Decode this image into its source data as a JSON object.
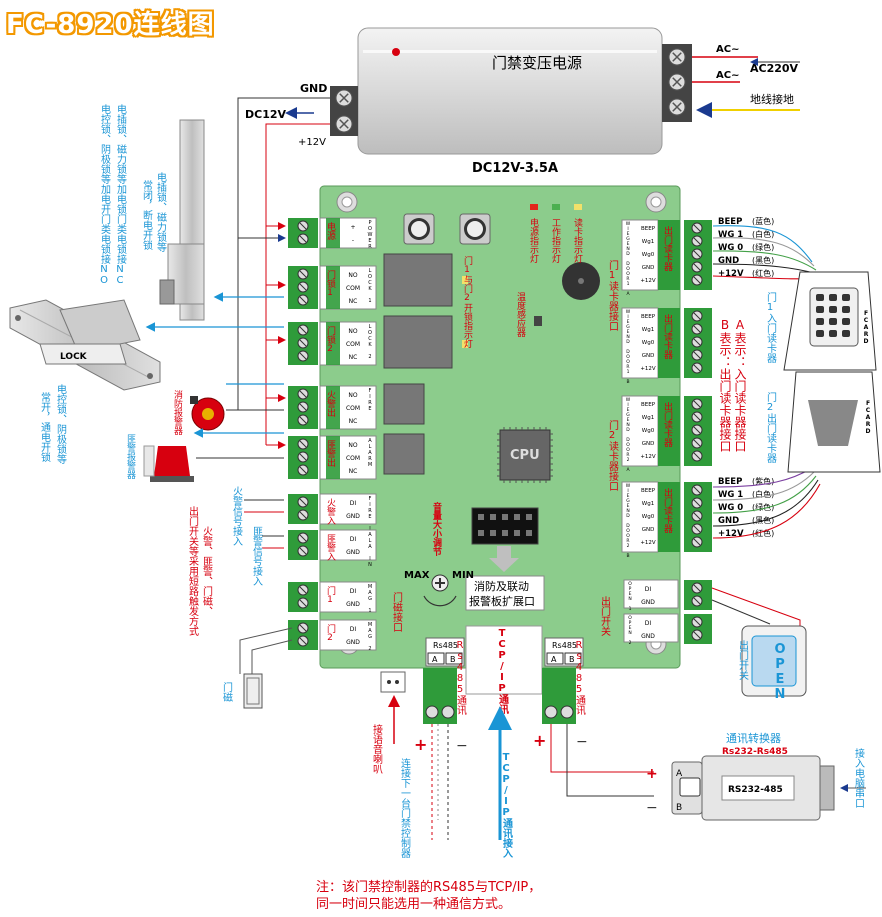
{
  "title": "FC-8920连线图",
  "power_supply": {
    "label": "门禁变压电源",
    "spec": "DC12V-3.5A",
    "gnd": "GND",
    "dc12v": "DC12V",
    "plus12v": "+12V",
    "ac1": "AC~",
    "ac2": "AC~",
    "ac220": "AC220V",
    "ground": "地线接地"
  },
  "board": {
    "cpu": "CPU",
    "power_lamp": "电源指示灯",
    "work_lamp": "工作指示灯",
    "reader_lamp": "读卡指示灯",
    "door_lock_lamp": "门1与门2开锁指示灯",
    "temp_sensor": "温度感应器",
    "volume": "音量大小调节",
    "max": "MAX",
    "min": "MIN",
    "ext_port_1": "消防及联动",
    "ext_port_2": "报警板扩展口",
    "reader_port_1": "门1读卡器接口",
    "reader_port_2": "门2读卡器接口",
    "rs485_a": "Rs485通讯",
    "rs485_b": "Rs485通讯",
    "tcpip": "TCP/IP通讯",
    "rs485_small": "Rs485",
    "door_sensor_port": "门磁接口",
    "exit_port": "出门开关"
  },
  "left_terminals": [
    {
      "cn": "电源",
      "tag": "POWER",
      "pins": [
        "+",
        "-"
      ]
    },
    {
      "cn": "门锁1",
      "tag": "LOCK 1",
      "pins": [
        "NO",
        "COM",
        "NC"
      ]
    },
    {
      "cn": "门锁2",
      "tag": "LOCK 2",
      "pins": [
        "NO",
        "COM",
        "NC"
      ]
    },
    {
      "cn": "火警出",
      "tag": "FIRE",
      "pins": [
        "NO",
        "COM",
        "NC"
      ]
    },
    {
      "cn": "匪警出",
      "tag": "ALARM",
      "pins": [
        "NO",
        "COM",
        "NC"
      ]
    },
    {
      "cn": "火警入",
      "tag": "FIRE IN",
      "pins": [
        "DI",
        "GND"
      ]
    },
    {
      "cn": "匪警入",
      "tag": "ALA IN",
      "pins": [
        "DI",
        "GND"
      ]
    },
    {
      "cn": "门1",
      "tag": "MAG 1",
      "pins": [
        "DI",
        "GND"
      ]
    },
    {
      "cn": "门2",
      "tag": "MAG 2",
      "pins": [
        "DI",
        "GND"
      ]
    }
  ],
  "reader_terminals": [
    {
      "cn": "出门读卡器",
      "tag": "WIEGEND DOOR1 A",
      "pins": [
        "BEEP",
        "Wg1",
        "Wg0",
        "GND",
        "+12V"
      ]
    },
    {
      "cn": "出门读卡器",
      "tag": "WIEGEND DOOR1 B",
      "pins": [
        "BEEP",
        "Wg1",
        "Wg0",
        "GND",
        "+12V"
      ]
    },
    {
      "cn": "出门读卡器",
      "tag": "WIEGEND DOOR2 A",
      "pins": [
        "BEEP",
        "Wg1",
        "Wg0",
        "GND",
        "+12V"
      ]
    },
    {
      "cn": "出门读卡器",
      "tag": "WIEGEND DOOR2 B",
      "pins": [
        "BEEP",
        "Wg1",
        "Wg0",
        "GND",
        "+12V"
      ]
    }
  ],
  "open_terminals": [
    {
      "tag": "OPEN 1",
      "pins": [
        "DI",
        "GND"
      ]
    },
    {
      "tag": "OPEN 2",
      "pins": [
        "DI",
        "GND"
      ]
    }
  ],
  "rs485_pins": [
    "A",
    "B"
  ],
  "wire_labels_top": [
    {
      "pin": "BEEP",
      "color": "(蓝色)"
    },
    {
      "pin": "WG 1",
      "color": "(白色)"
    },
    {
      "pin": "WG 0",
      "color": "(绿色)"
    },
    {
      "pin": "GND",
      "color": "(黑色)"
    },
    {
      "pin": "+12V",
      "color": "(红色)"
    }
  ],
  "wire_labels_bottom": [
    {
      "pin": "BEEP",
      "color": "(紫色)"
    },
    {
      "pin": "WG 1",
      "color": "(白色)"
    },
    {
      "pin": "WG 0",
      "color": "(绿色)"
    },
    {
      "pin": "GND",
      "color": "(黑色)"
    },
    {
      "pin": "+12V",
      "color": "(红色)"
    }
  ],
  "reader_devices": {
    "reader1_tag": "FCARD",
    "reader2_tag": "FCARD",
    "reader1_label": "门1入门读卡器",
    "reader2_label": "门2出门读卡器",
    "legend_a": "A表示：入门读卡器接口",
    "legend_b": "B表示：出门读卡器接口"
  },
  "left_side": {
    "lock_text_1": "电插锁、磁力锁等加电锁门类电锁接NC",
    "lock_text_2": "电控锁、阴极锁等加电开门类电锁接NO",
    "lock_text_3": "电插锁、磁力锁等",
    "lock_text_4": "常闭，断电开锁",
    "lock_text_5": "电控锁、阴极锁等",
    "lock_text_6": "常开，通电开锁",
    "lock_label": "LOCK",
    "fire_alarm": "消防报警器",
    "police_alarm": "匪警报警器",
    "fire_in": "火警信号接入",
    "police_in": "匪警信号接入",
    "sensor_note_1": "火警、匪警、门磁、",
    "sensor_note_2": "出门开关等采用短路触发方式",
    "door_sensor": "门磁"
  },
  "bottom": {
    "speaker": "接语音喇叭",
    "next_ctrl": "连接下一台门禁控制器",
    "tcpip_in": "TCP/IP通讯接入",
    "converter": "通讯转换器",
    "converter_type": "Rs232-Rs485",
    "converter_box": "RS232-485",
    "pc_port": "接入电脑串口",
    "open_btn": "OPEN",
    "open_btn_label": "出门开关",
    "plus": "+",
    "minus": "−",
    "pin_a": "A",
    "pin_b": "B",
    "note_1": "注：该门禁控制器的RS485与TCP/IP，",
    "note_2": "同一时间只能选用一种通信方式。"
  },
  "colors": {
    "board": "#8ccc8c",
    "terminal": "#2f9b3a",
    "red_label": "#d7000f",
    "blue_label": "#1a95d5",
    "title_orange": "#f39800"
  }
}
